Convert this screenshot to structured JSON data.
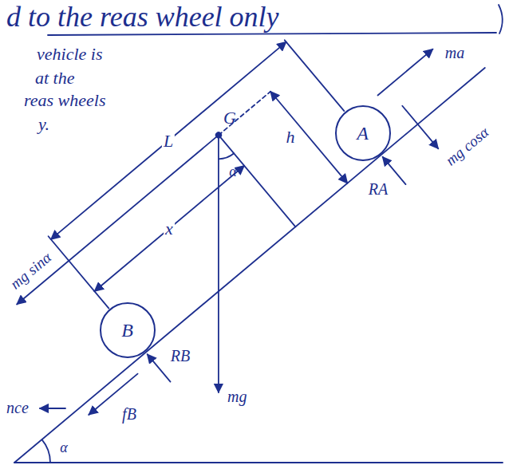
{
  "diagram": {
    "nodes": [
      {
        "text": [
          "A"
        ]
      },
      {
        "text": [
          "B"
        ]
      }
    ],
    "labels": [
      "d to the reas wheel only",
      "vehicle is",
      "at the",
      "reas wheels",
      "y.",
      "L",
      "G",
      "ma",
      "h",
      "α",
      "RA",
      "mg cosα",
      "mg sinα",
      "x",
      "fB",
      "RB",
      "mg",
      "nce",
      "α"
    ]
  }
}
